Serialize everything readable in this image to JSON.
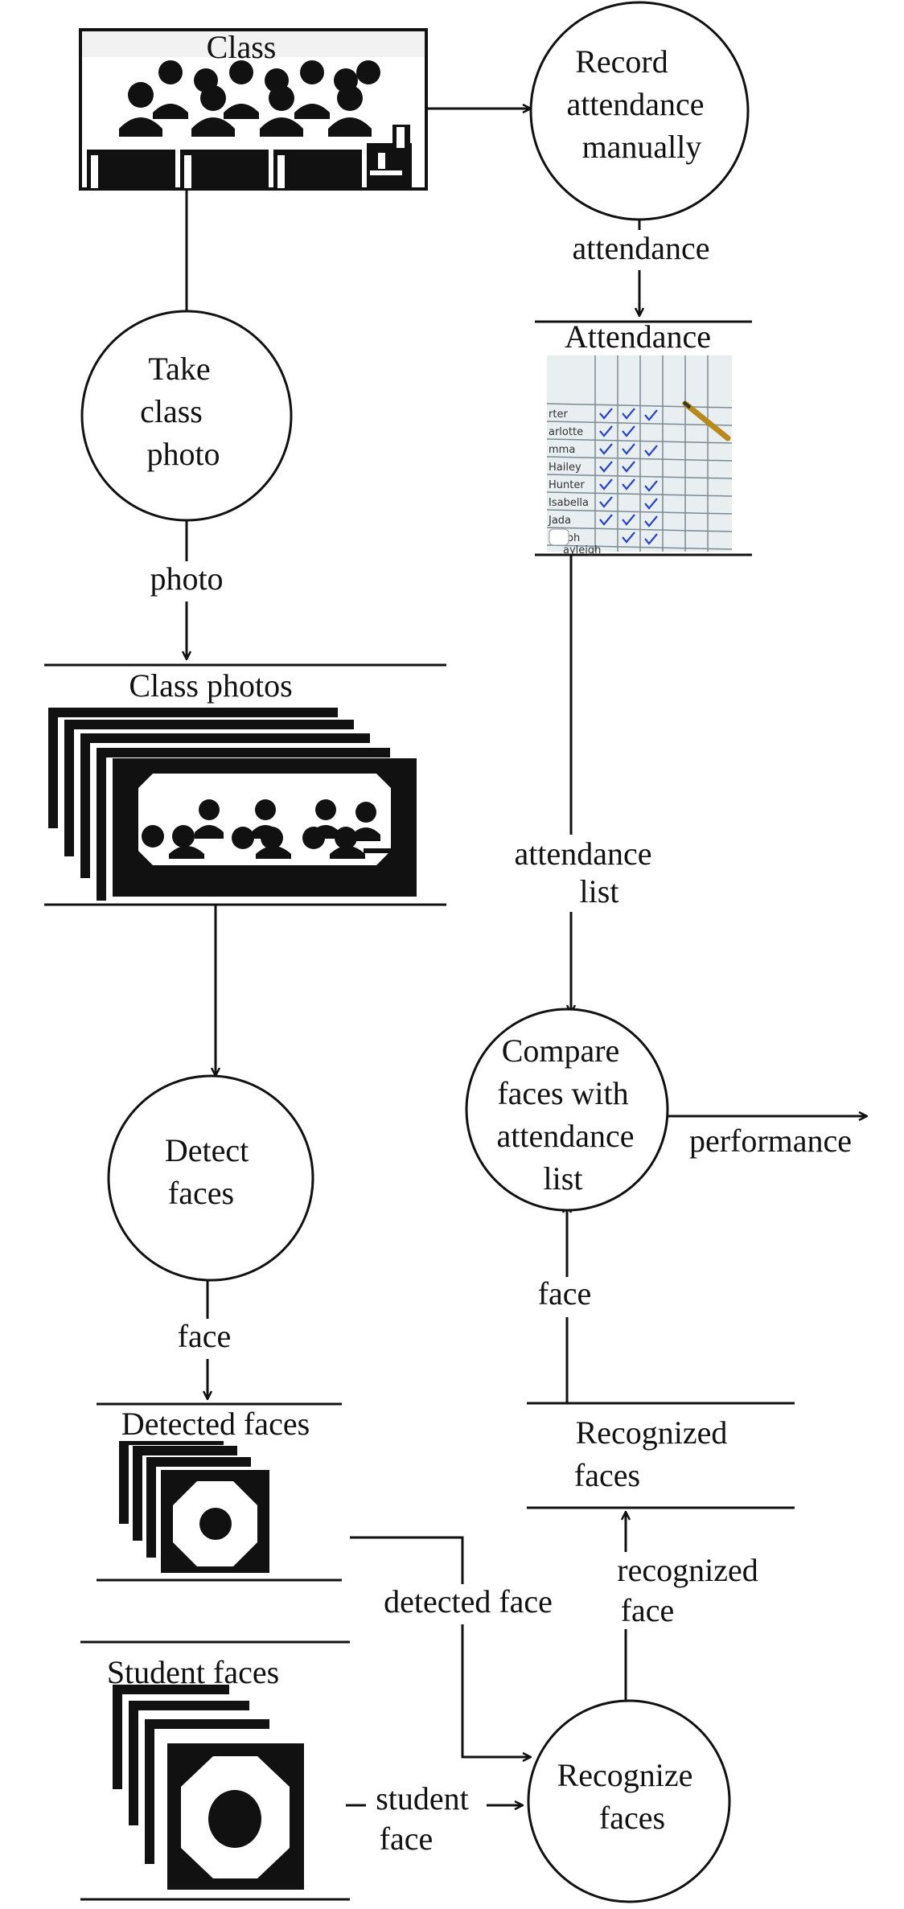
{
  "processes": {
    "record": [
      "Record",
      "attendance",
      "manually"
    ],
    "take_photo": [
      "Take",
      "class",
      "photo"
    ],
    "detect": [
      "Detect",
      "faces"
    ],
    "compare": [
      "Compare",
      "faces with",
      "attendance",
      "list"
    ],
    "recognize": [
      "Recognize",
      "faces"
    ]
  },
  "stores": {
    "class": "Class",
    "attendance": "Attendance",
    "class_photos": "Class photos",
    "detected_faces": "Detected faces",
    "student_faces": "Student faces",
    "recognized_faces": [
      "Recognized",
      "faces"
    ]
  },
  "flows": {
    "attendance": "attendance",
    "photo": "photo",
    "attendance_list": [
      "attendance",
      "list"
    ],
    "performance": "performance",
    "face_detect": "face",
    "face_compare": "face",
    "detected_face": "detected face",
    "recognized_face": [
      "recognized",
      "face"
    ],
    "student_face": [
      "student",
      "face"
    ]
  },
  "attendance_sheet": {
    "names": [
      "rter",
      "arlotte",
      "mma",
      "Hailey",
      "Hunter",
      "Isabella",
      "Jada",
      "oseph",
      "ayleigh"
    ]
  }
}
